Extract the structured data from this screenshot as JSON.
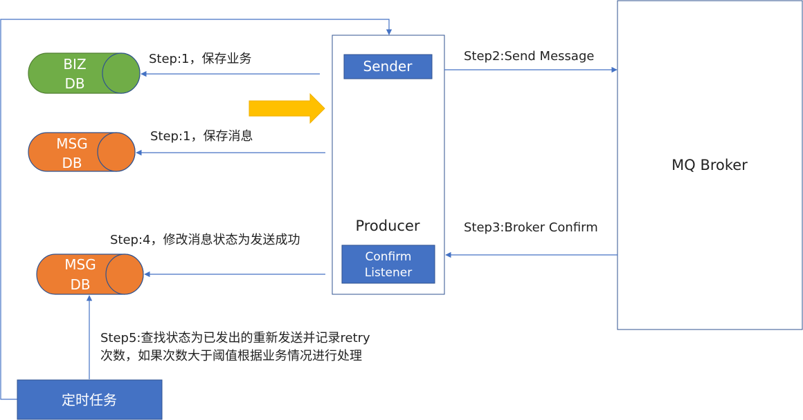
{
  "nodes": {
    "biz_db": {
      "line1": "BIZ",
      "line2": "DB"
    },
    "msg_db_1": {
      "line1": "MSG",
      "line2": "DB"
    },
    "msg_db_2": {
      "line1": "MSG",
      "line2": "DB"
    },
    "producer": {
      "label": "Producer"
    },
    "sender": {
      "label": "Sender"
    },
    "confirm_listener": {
      "line1": "Confirm",
      "line2": "Listener"
    },
    "mq_broker": {
      "label": "MQ Broker"
    },
    "scheduled_task": {
      "label": "定时任务"
    }
  },
  "edges": {
    "step1_biz": "Step:1，保存业务",
    "step1_msg": "Step:1，保存消息",
    "step2": "Step2:Send Message",
    "step3": "Step3:Broker Confirm",
    "step4": "Step:4，修改消息状态为发送成功",
    "step5_line1": "Step5:查找状态为已发出的重新发送并记录retry",
    "step5_line2": "次数，如果次数大于阈值根据业务情况进行处理"
  },
  "colors": {
    "biz_db_fill": "#70AD47",
    "biz_db_stroke": "#507E32",
    "msg_db_fill": "#ED7D31",
    "msg_db_stroke": "#2F528F",
    "box_blue": "#4472C4",
    "box_blue_stroke": "#2F528F",
    "connector": "#4472C4",
    "big_arrow": "#FFC000"
  }
}
